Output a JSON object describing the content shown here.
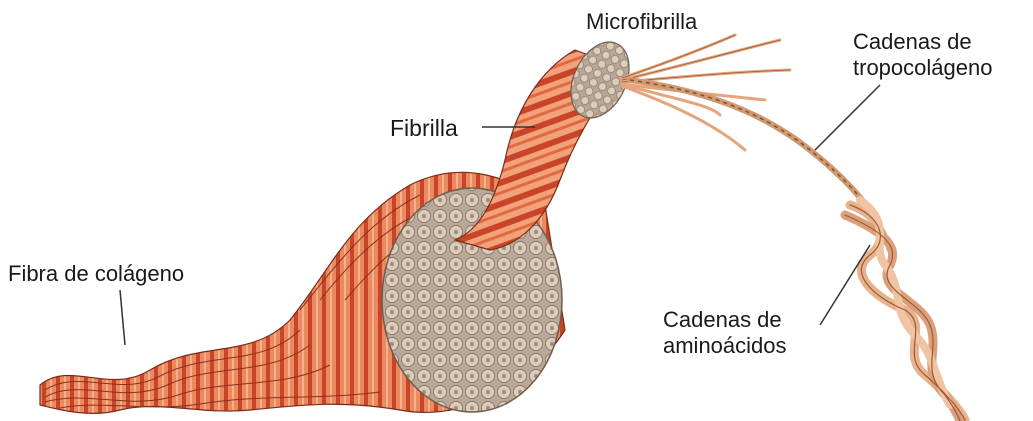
{
  "labels": {
    "microfibrilla": "Microfibrilla",
    "fibrilla": "Fibrilla",
    "tropocolageno_line1": "Cadenas de",
    "tropocolageno_line2": "tropocolágeno",
    "fibra_colageno": "Fibra de colágeno",
    "aminoacidos_line1": "Cadenas de",
    "aminoacidos_line2": "aminoácidos"
  },
  "colors": {
    "fiber_main": "#e07a4e",
    "fiber_dark": "#c0392b",
    "fiber_light": "#f0a582",
    "cross_section": "#c9b9a8",
    "strand": "#e8b08a",
    "leader": "#333333"
  }
}
